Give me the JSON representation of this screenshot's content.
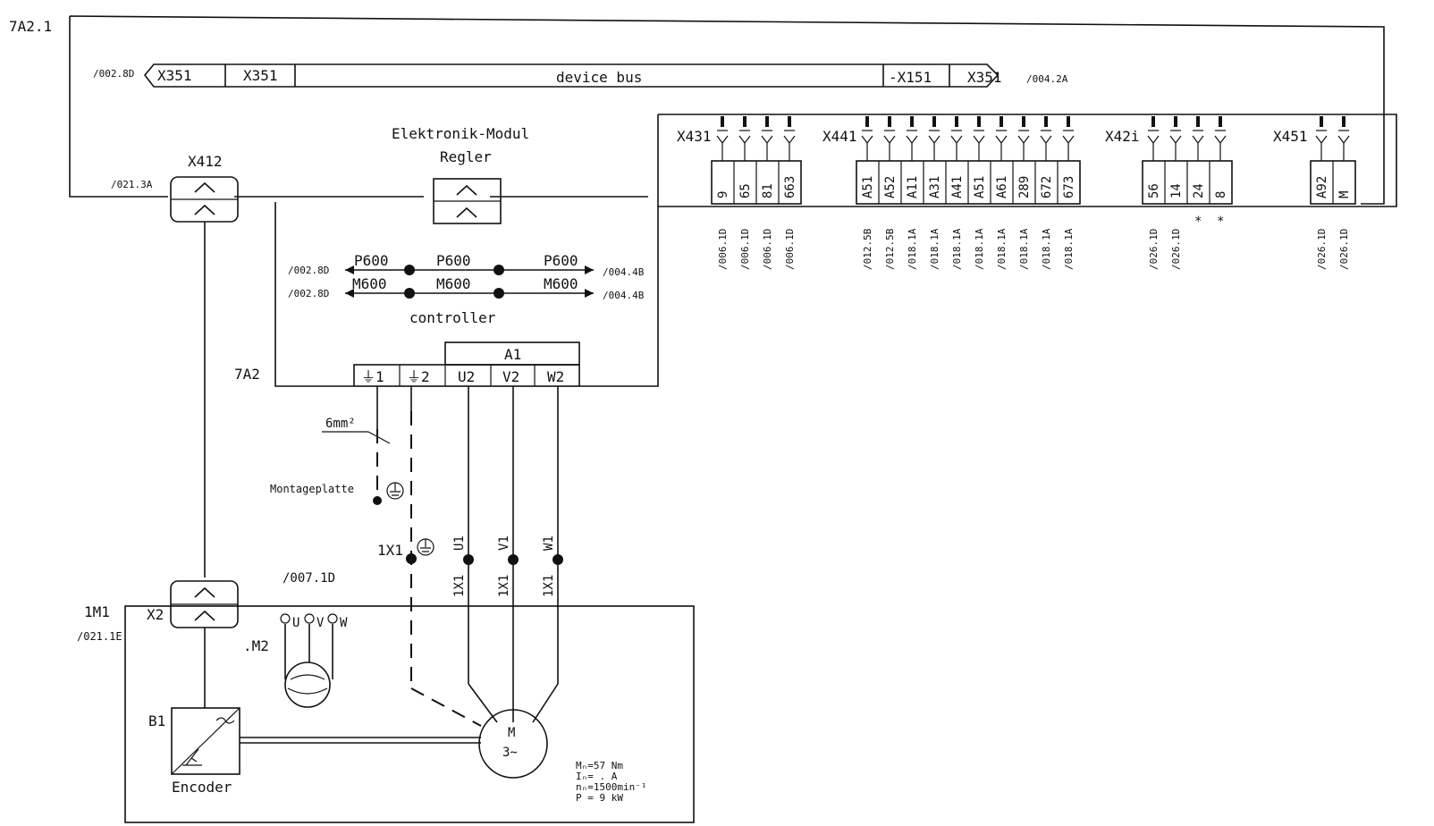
{
  "sheet_id": "7A2.1",
  "bus": {
    "left_ref": "/002.8D",
    "right_ref": "/004.2A",
    "segments": [
      "X351",
      "X351",
      "device bus",
      "-X151",
      "X351"
    ]
  },
  "module": {
    "title_line1": "Elektronik-Modul",
    "title_line2": "Regler",
    "id": "7A2",
    "controller_label": "controller",
    "a1_label": "A1",
    "terminals": [
      "⏚1",
      "⏚2",
      "U2",
      "V2",
      "W2"
    ]
  },
  "x412": {
    "label": "X412",
    "ref": "/021.3A"
  },
  "power_lines": {
    "left_ref_p": "/002.8D",
    "left_ref_m": "/002.8D",
    "right_ref_p": "/004.4B",
    "right_ref_m": "/004.4B",
    "p_labels": [
      "P600",
      "P600",
      "P600"
    ],
    "m_labels": [
      "M600",
      "M600",
      "M600"
    ]
  },
  "connectors": [
    {
      "name": "X431",
      "pins": [
        "9",
        "65",
        "81",
        "663"
      ],
      "refs": [
        "/006.1D",
        "/006.1D",
        "/006.1D",
        "/006.1D"
      ]
    },
    {
      "name": "X441",
      "pins": [
        "A51",
        "A52",
        "A11",
        "A31",
        "A41",
        "A51",
        "A61",
        "289",
        "672",
        "673"
      ],
      "refs": [
        "/012.5B",
        "/012.5B",
        "/018.1A",
        "/018.1A",
        "/018.1A",
        "/018.1A",
        "/018.1A",
        "/018.1A",
        "/018.1A",
        "/018.1A"
      ]
    },
    {
      "name": "X42i",
      "pins": [
        "56",
        "14",
        "24",
        "8"
      ],
      "refs": [
        "/026.1D",
        "/026.1D",
        "*",
        "*"
      ]
    },
    {
      "name": "X451",
      "pins": [
        "A92",
        "M"
      ],
      "refs": [
        "/026.1D",
        "/026.1D"
      ]
    }
  ],
  "ground": {
    "wire": "6mm²",
    "plate": "Montageplatte",
    "terminal_block": "1X1",
    "ref": "/007.1D",
    "phase_terms": [
      "U1",
      "V1",
      "W1"
    ],
    "phase_block": [
      "1X1",
      "1X1",
      "1X1"
    ]
  },
  "motor_unit": {
    "id": "1M1",
    "ref": "/021.1E",
    "x2": "X2",
    "fan_id": ".M2",
    "fan_terms": [
      "U",
      "V",
      "W"
    ],
    "encoder_id": "B1",
    "encoder_label": "Encoder",
    "motor_line1": "M",
    "motor_line2": "3~",
    "specs": [
      "Mₙ=57  Nm",
      "Iₙ=  .   A",
      "nₙ=1500min⁻¹",
      "P  =  9   kW"
    ]
  }
}
